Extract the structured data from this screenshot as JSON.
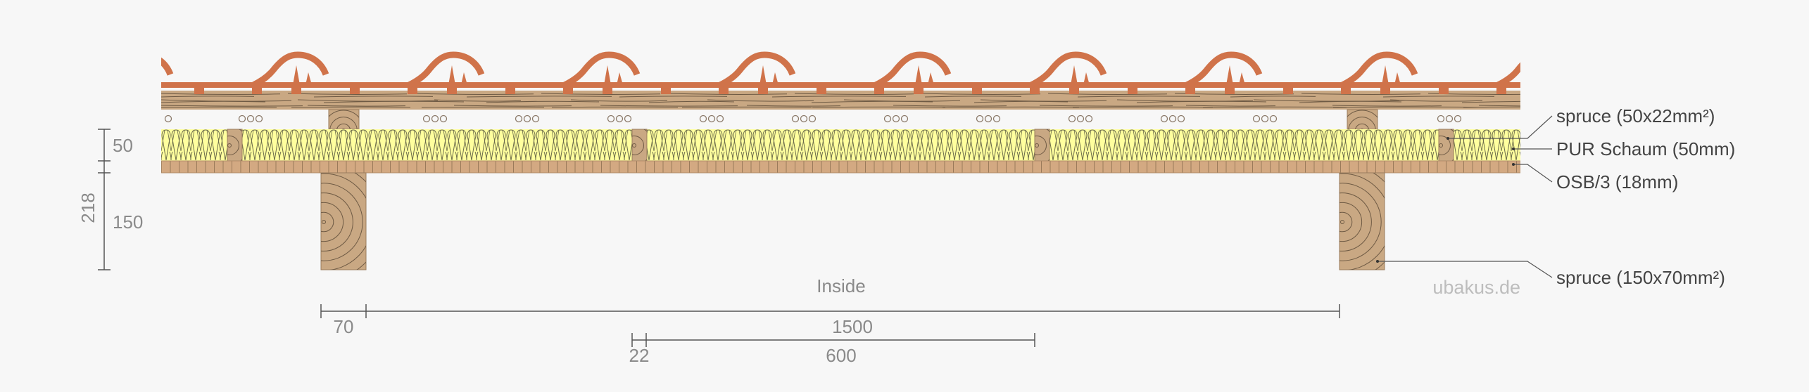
{
  "layers": {
    "counter_batten": "spruce (50x22mm²)",
    "insulation": "PUR Schaum (50mm)",
    "board": "OSB/3 (18mm)",
    "rafter": "spruce (150x70mm²)"
  },
  "dimensions": {
    "total_height": "218",
    "insulation_height": "50",
    "rafter_height": "150",
    "rafter_width": "70",
    "rafter_spacing": "1500",
    "batten_width": "22",
    "batten_spacing": "600"
  },
  "inside_label": "Inside",
  "watermark": "ubakus.de",
  "colors": {
    "tile": "#d0734a",
    "wood": "#c9a883",
    "osb": "#d3a982",
    "insulation": "#ffff9e",
    "background": "#f7f7f7"
  }
}
